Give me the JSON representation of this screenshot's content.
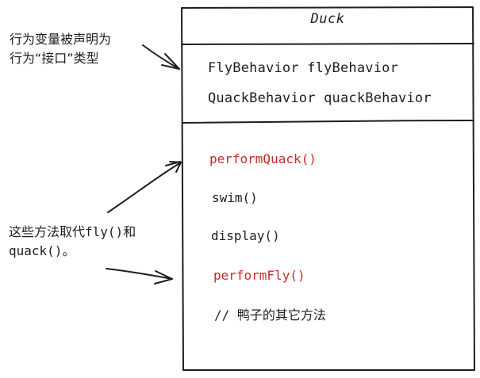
{
  "class_box": {
    "title": "Duck",
    "fields": [
      "FlyBehavior flyBehavior",
      "QuackBehavior quackBehavior"
    ],
    "methods": [
      {
        "label": "performQuack()",
        "highlight": true
      },
      {
        "label": "swim()",
        "highlight": false
      },
      {
        "label": "display()",
        "highlight": false
      },
      {
        "label": "performFly()",
        "highlight": true
      },
      {
        "label": "// 鸭子的其它方法",
        "highlight": false
      }
    ]
  },
  "annotations": {
    "interface_note": {
      "line1": "行为变量被声明为",
      "line2": "行为“接口”类型"
    },
    "methods_note": {
      "line1_prefix": "这些方法取代",
      "line1_code": "fly()",
      "line1_suffix": "和",
      "line2_code": "quack()",
      "line2_suffix": "。"
    }
  },
  "colors": {
    "stroke": "#1e1e1e",
    "highlight": "#c92a2a",
    "background": "#ffffff"
  }
}
